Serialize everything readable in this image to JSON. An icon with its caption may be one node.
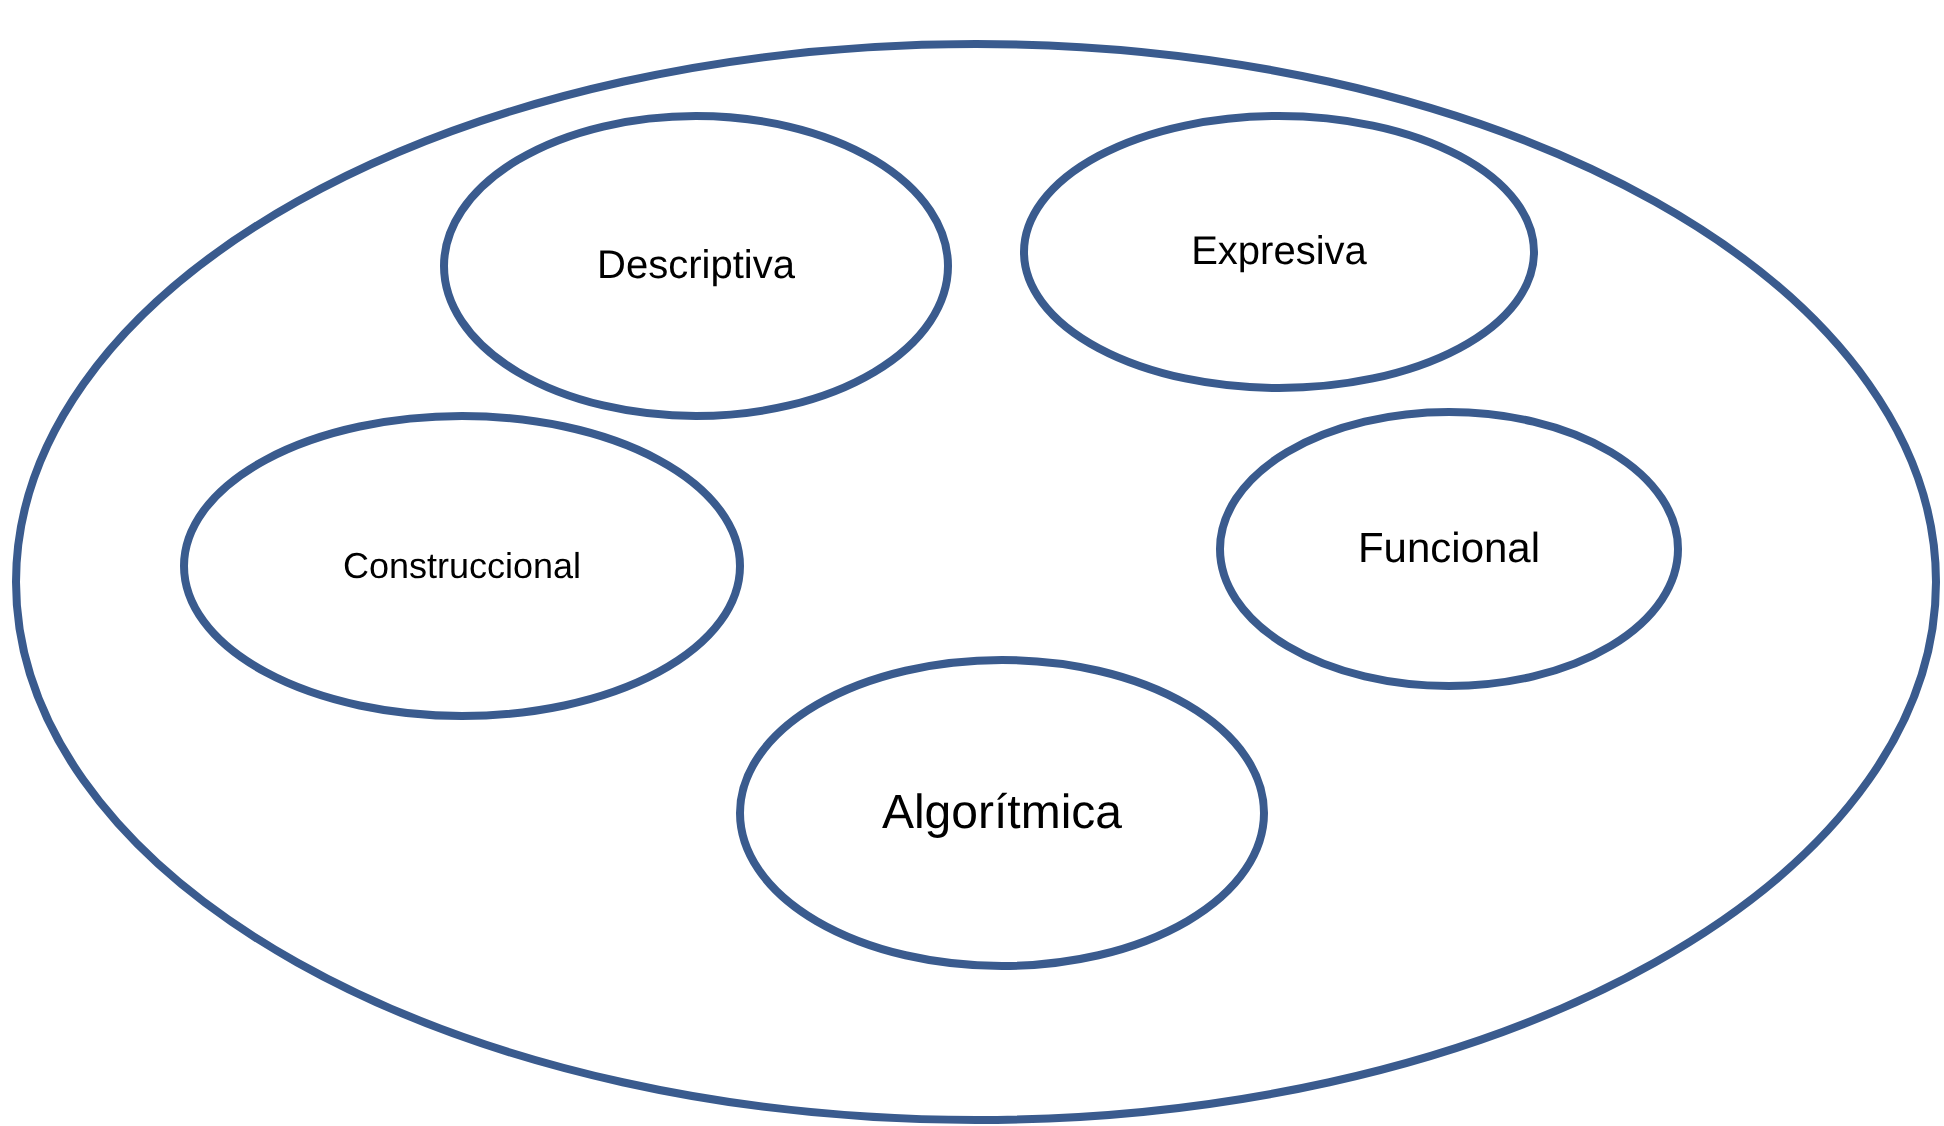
{
  "diagram": {
    "nodes": [
      {
        "text": [],
        "shape": "ellipse"
      },
      {
        "text": [
          "Descriptiva"
        ],
        "in": 0
      },
      {
        "text": [
          "Expresiva"
        ],
        "in": 0
      },
      {
        "text": [
          "Construccional"
        ],
        "in": 0
      },
      {
        "text": [
          "Funcional"
        ],
        "in": 0
      },
      {
        "text": [
          "Algorítmica"
        ],
        "in": 0
      }
    ]
  }
}
